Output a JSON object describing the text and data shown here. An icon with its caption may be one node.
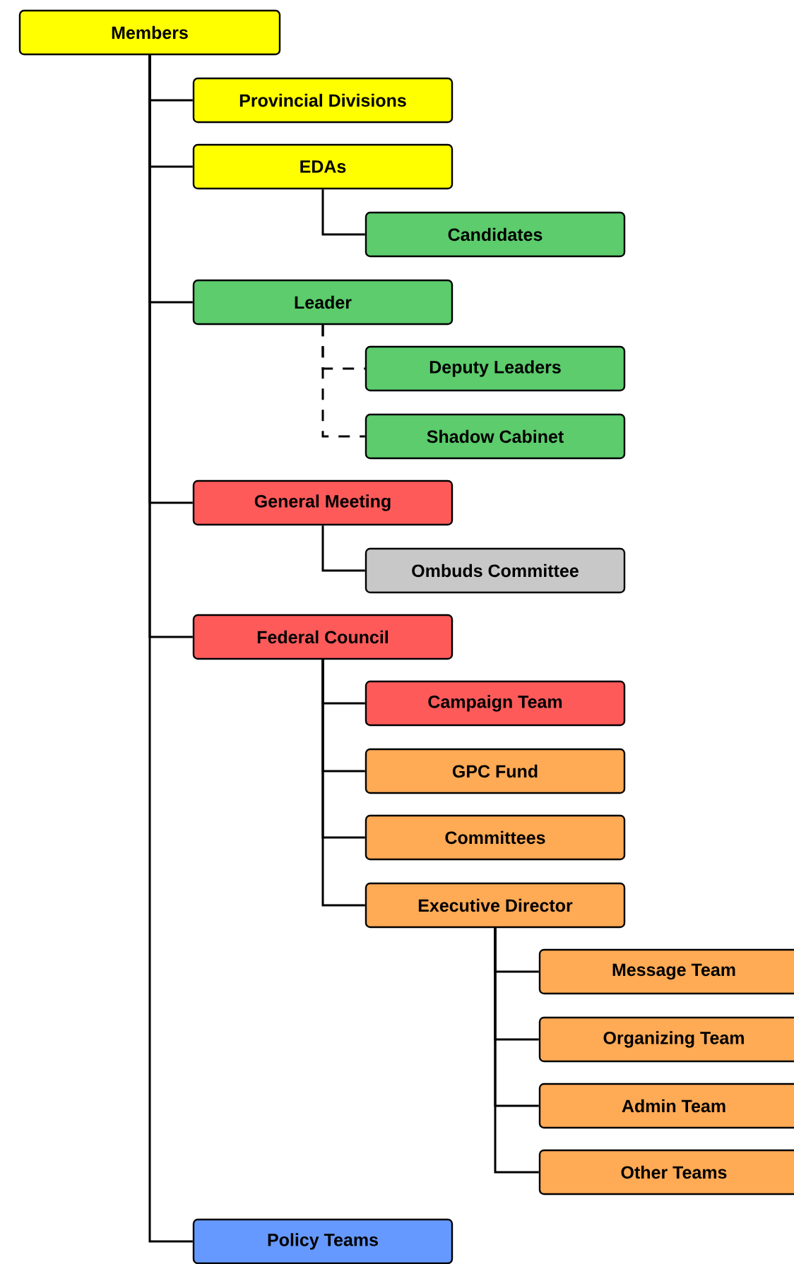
{
  "diagram": {
    "nodes": [
      {
        "text": [
          "Members"
        ]
      },
      {
        "text": [
          "Provincial Divisions"
        ]
      },
      {
        "text": [
          "EDAs"
        ]
      },
      {
        "text": [
          "Candidates"
        ]
      },
      {
        "text": [
          "Leader"
        ]
      },
      {
        "text": [
          "Deputy Leaders"
        ]
      },
      {
        "text": [
          "Shadow Cabinet"
        ]
      },
      {
        "text": [
          "General Meeting"
        ]
      },
      {
        "text": [
          "Ombuds Committee"
        ]
      },
      {
        "text": [
          "Federal Council"
        ]
      },
      {
        "text": [
          "Campaign Team"
        ]
      },
      {
        "text": [
          "GPC Fund"
        ]
      },
      {
        "text": [
          "Committees"
        ]
      },
      {
        "text": [
          "Executive Director"
        ]
      },
      {
        "text": [
          "Message Team"
        ]
      },
      {
        "text": [
          "Organizing Team"
        ]
      },
      {
        "text": [
          "Admin Team"
        ]
      },
      {
        "text": [
          "Other Teams"
        ]
      },
      {
        "text": [
          "Policy Teams"
        ]
      }
    ],
    "edges": [
      {
        "from": 0,
        "to": 1,
        "arrow": "none"
      },
      {
        "from": 0,
        "to": 2,
        "arrow": "none"
      },
      {
        "from": 2,
        "to": 3,
        "arrow": "none"
      },
      {
        "from": 0,
        "to": 4,
        "arrow": "none"
      },
      {
        "from": 4,
        "to": 5,
        "arrow": "none",
        "style": "dashed"
      },
      {
        "from": 4,
        "to": 6,
        "arrow": "none",
        "style": "dashed"
      },
      {
        "from": 0,
        "to": 7,
        "arrow": "none"
      },
      {
        "from": 7,
        "to": 8,
        "arrow": "none"
      },
      {
        "from": 0,
        "to": 9,
        "arrow": "none"
      },
      {
        "from": 9,
        "to": 10,
        "arrow": "none"
      },
      {
        "from": 9,
        "to": 11,
        "arrow": "none"
      },
      {
        "from": 9,
        "to": 12,
        "arrow": "none"
      },
      {
        "from": 9,
        "to": 13,
        "arrow": "none"
      },
      {
        "from": 13,
        "to": 14,
        "arrow": "none"
      },
      {
        "from": 13,
        "to": 15,
        "arrow": "none"
      },
      {
        "from": 13,
        "to": 16,
        "arrow": "none"
      },
      {
        "from": 13,
        "to": 17,
        "arrow": "none"
      },
      {
        "from": 0,
        "to": 18,
        "arrow": "none"
      }
    ]
  }
}
